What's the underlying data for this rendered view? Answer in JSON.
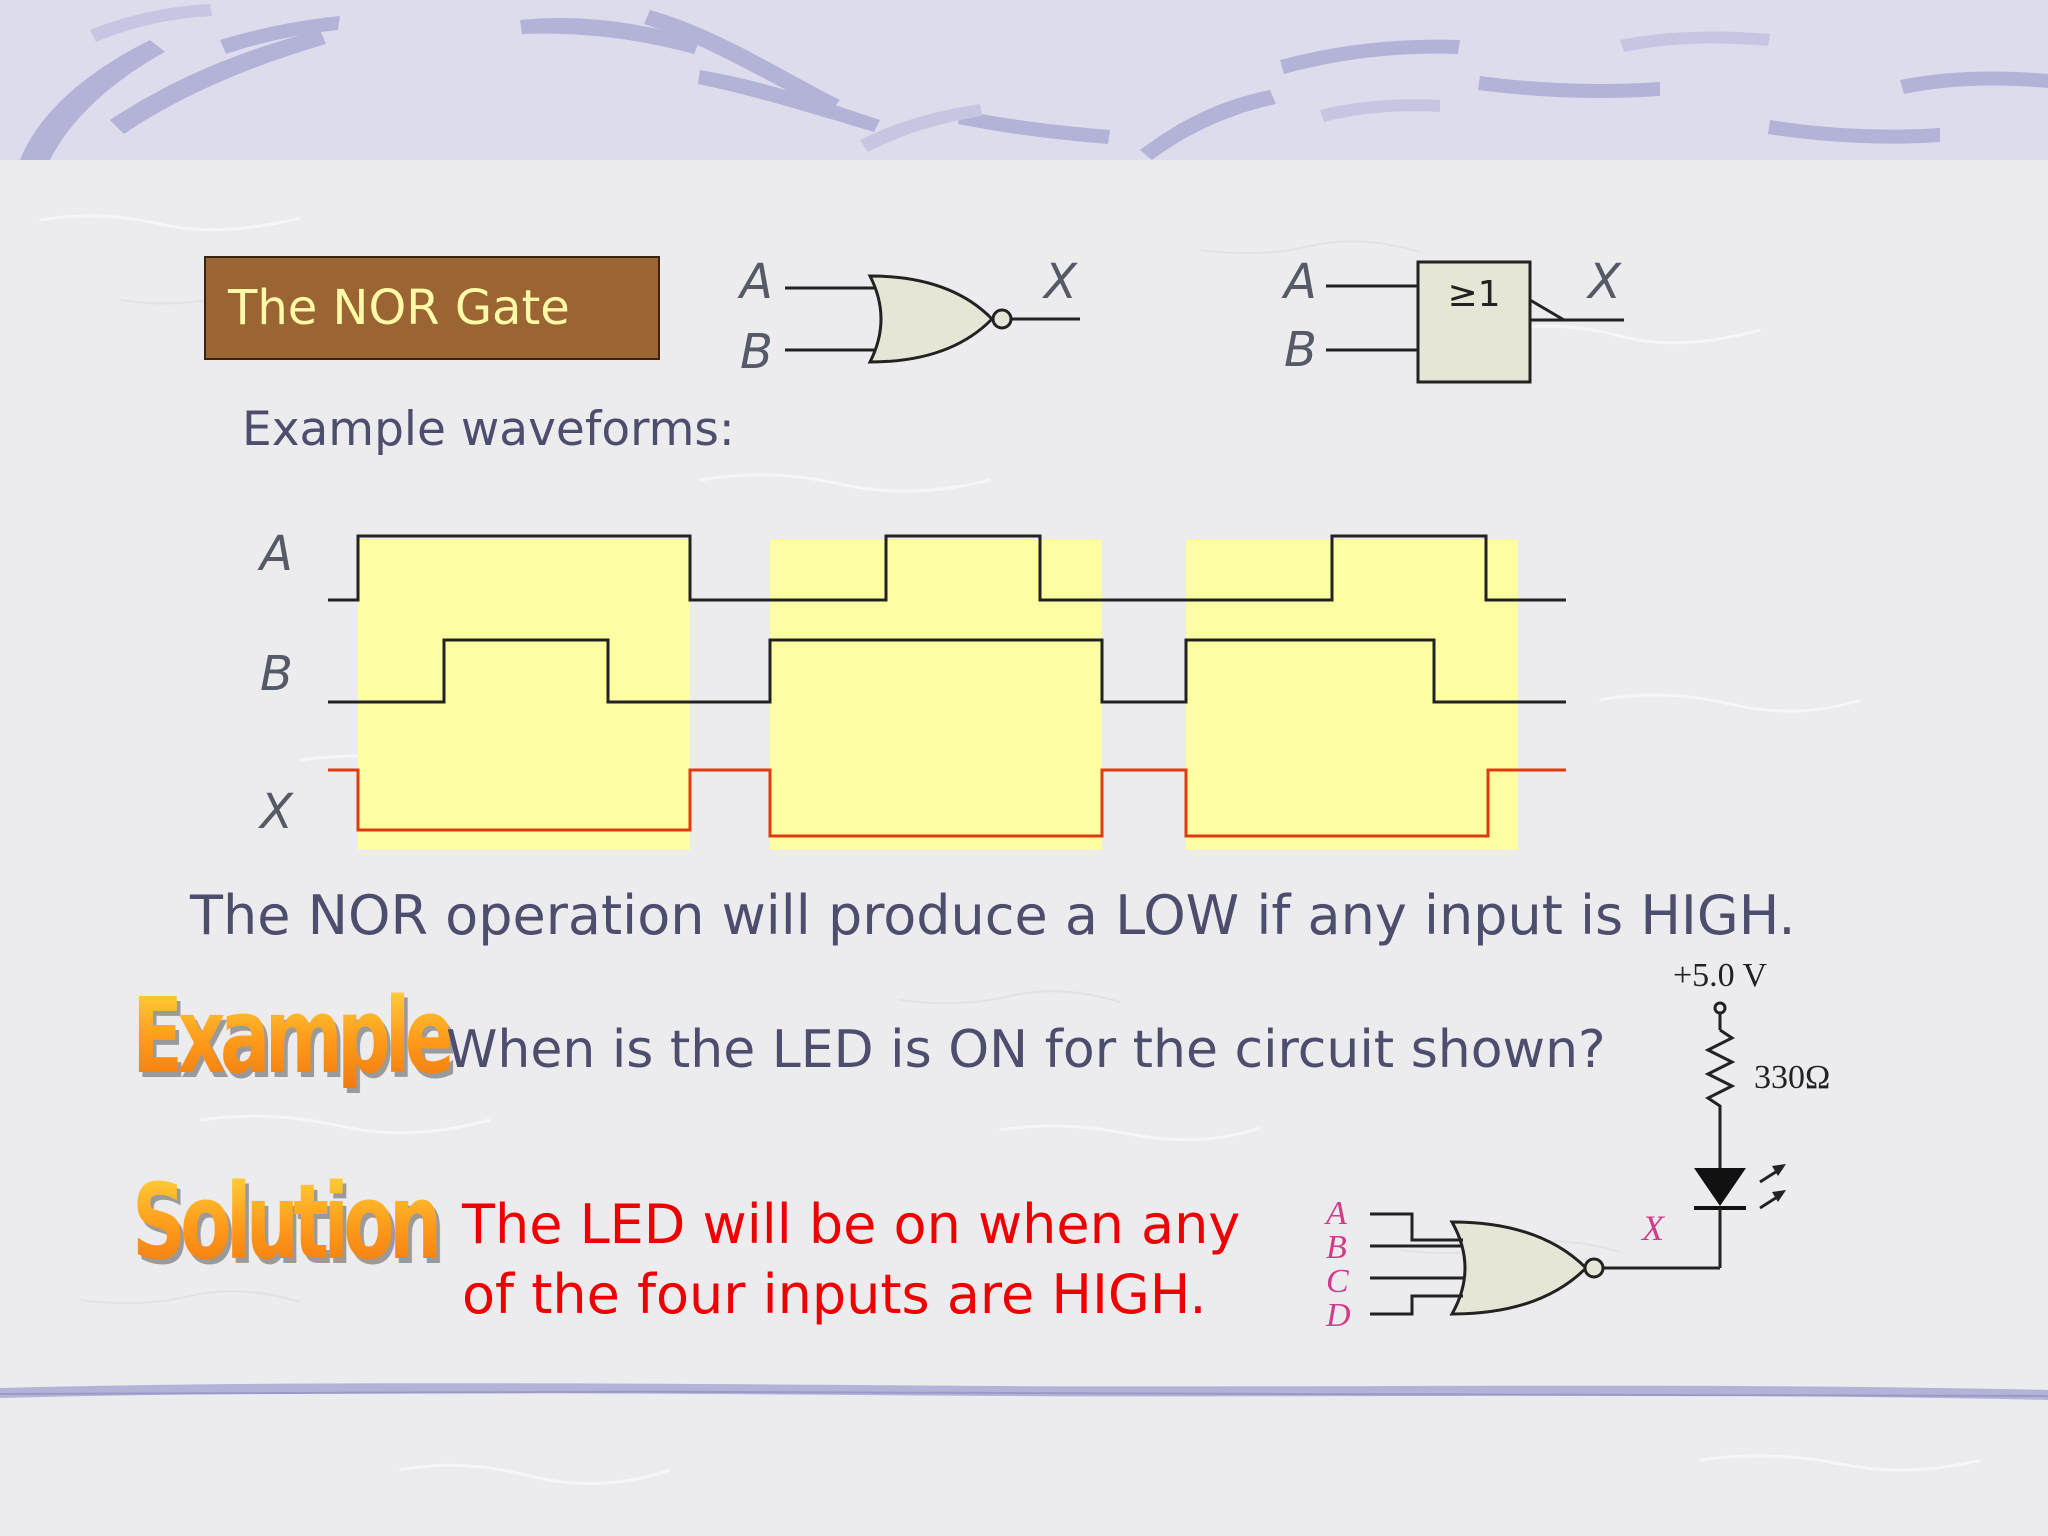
{
  "title": "The NOR Gate",
  "symbols": {
    "input_a": "A",
    "input_b": "B",
    "output_x": "X",
    "rect_gate_label": "≥1"
  },
  "waveforms": {
    "heading": "Example waveforms:",
    "signal_labels": [
      "A",
      "B",
      "X"
    ]
  },
  "statement": "The NOR operation will produce a LOW if any input is HIGH.",
  "example": {
    "label": "Example",
    "question": "When is the LED is ON for the circuit shown?"
  },
  "solution": {
    "label": "Solution",
    "line1": "The LED will be on when any",
    "line2": "of the four inputs are HIGH."
  },
  "circuit": {
    "supply": "+5.0 V",
    "resistor": "330Ω",
    "inputs": [
      "A",
      "B",
      "C",
      "D"
    ],
    "output": "X"
  },
  "colors": {
    "title_bg": "#9a6433",
    "title_text": "#fff9a8",
    "highlight": "#ffff99",
    "output_wave": "#e03a10",
    "solution_text": "#ee0000",
    "circuit_labels": "#d23a8a"
  }
}
